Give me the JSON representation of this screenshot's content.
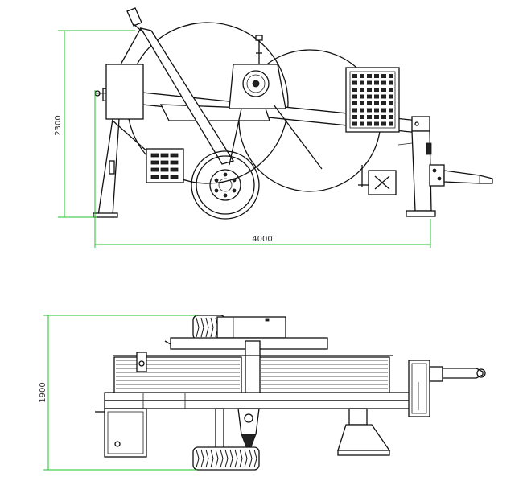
{
  "dimensions": {
    "side_height": "2300",
    "side_length": "4000",
    "top_width": "1900"
  },
  "colors": {
    "dimension_lines": "#22c22e",
    "drawing_lines": "#111111",
    "background": "#ffffff"
  }
}
